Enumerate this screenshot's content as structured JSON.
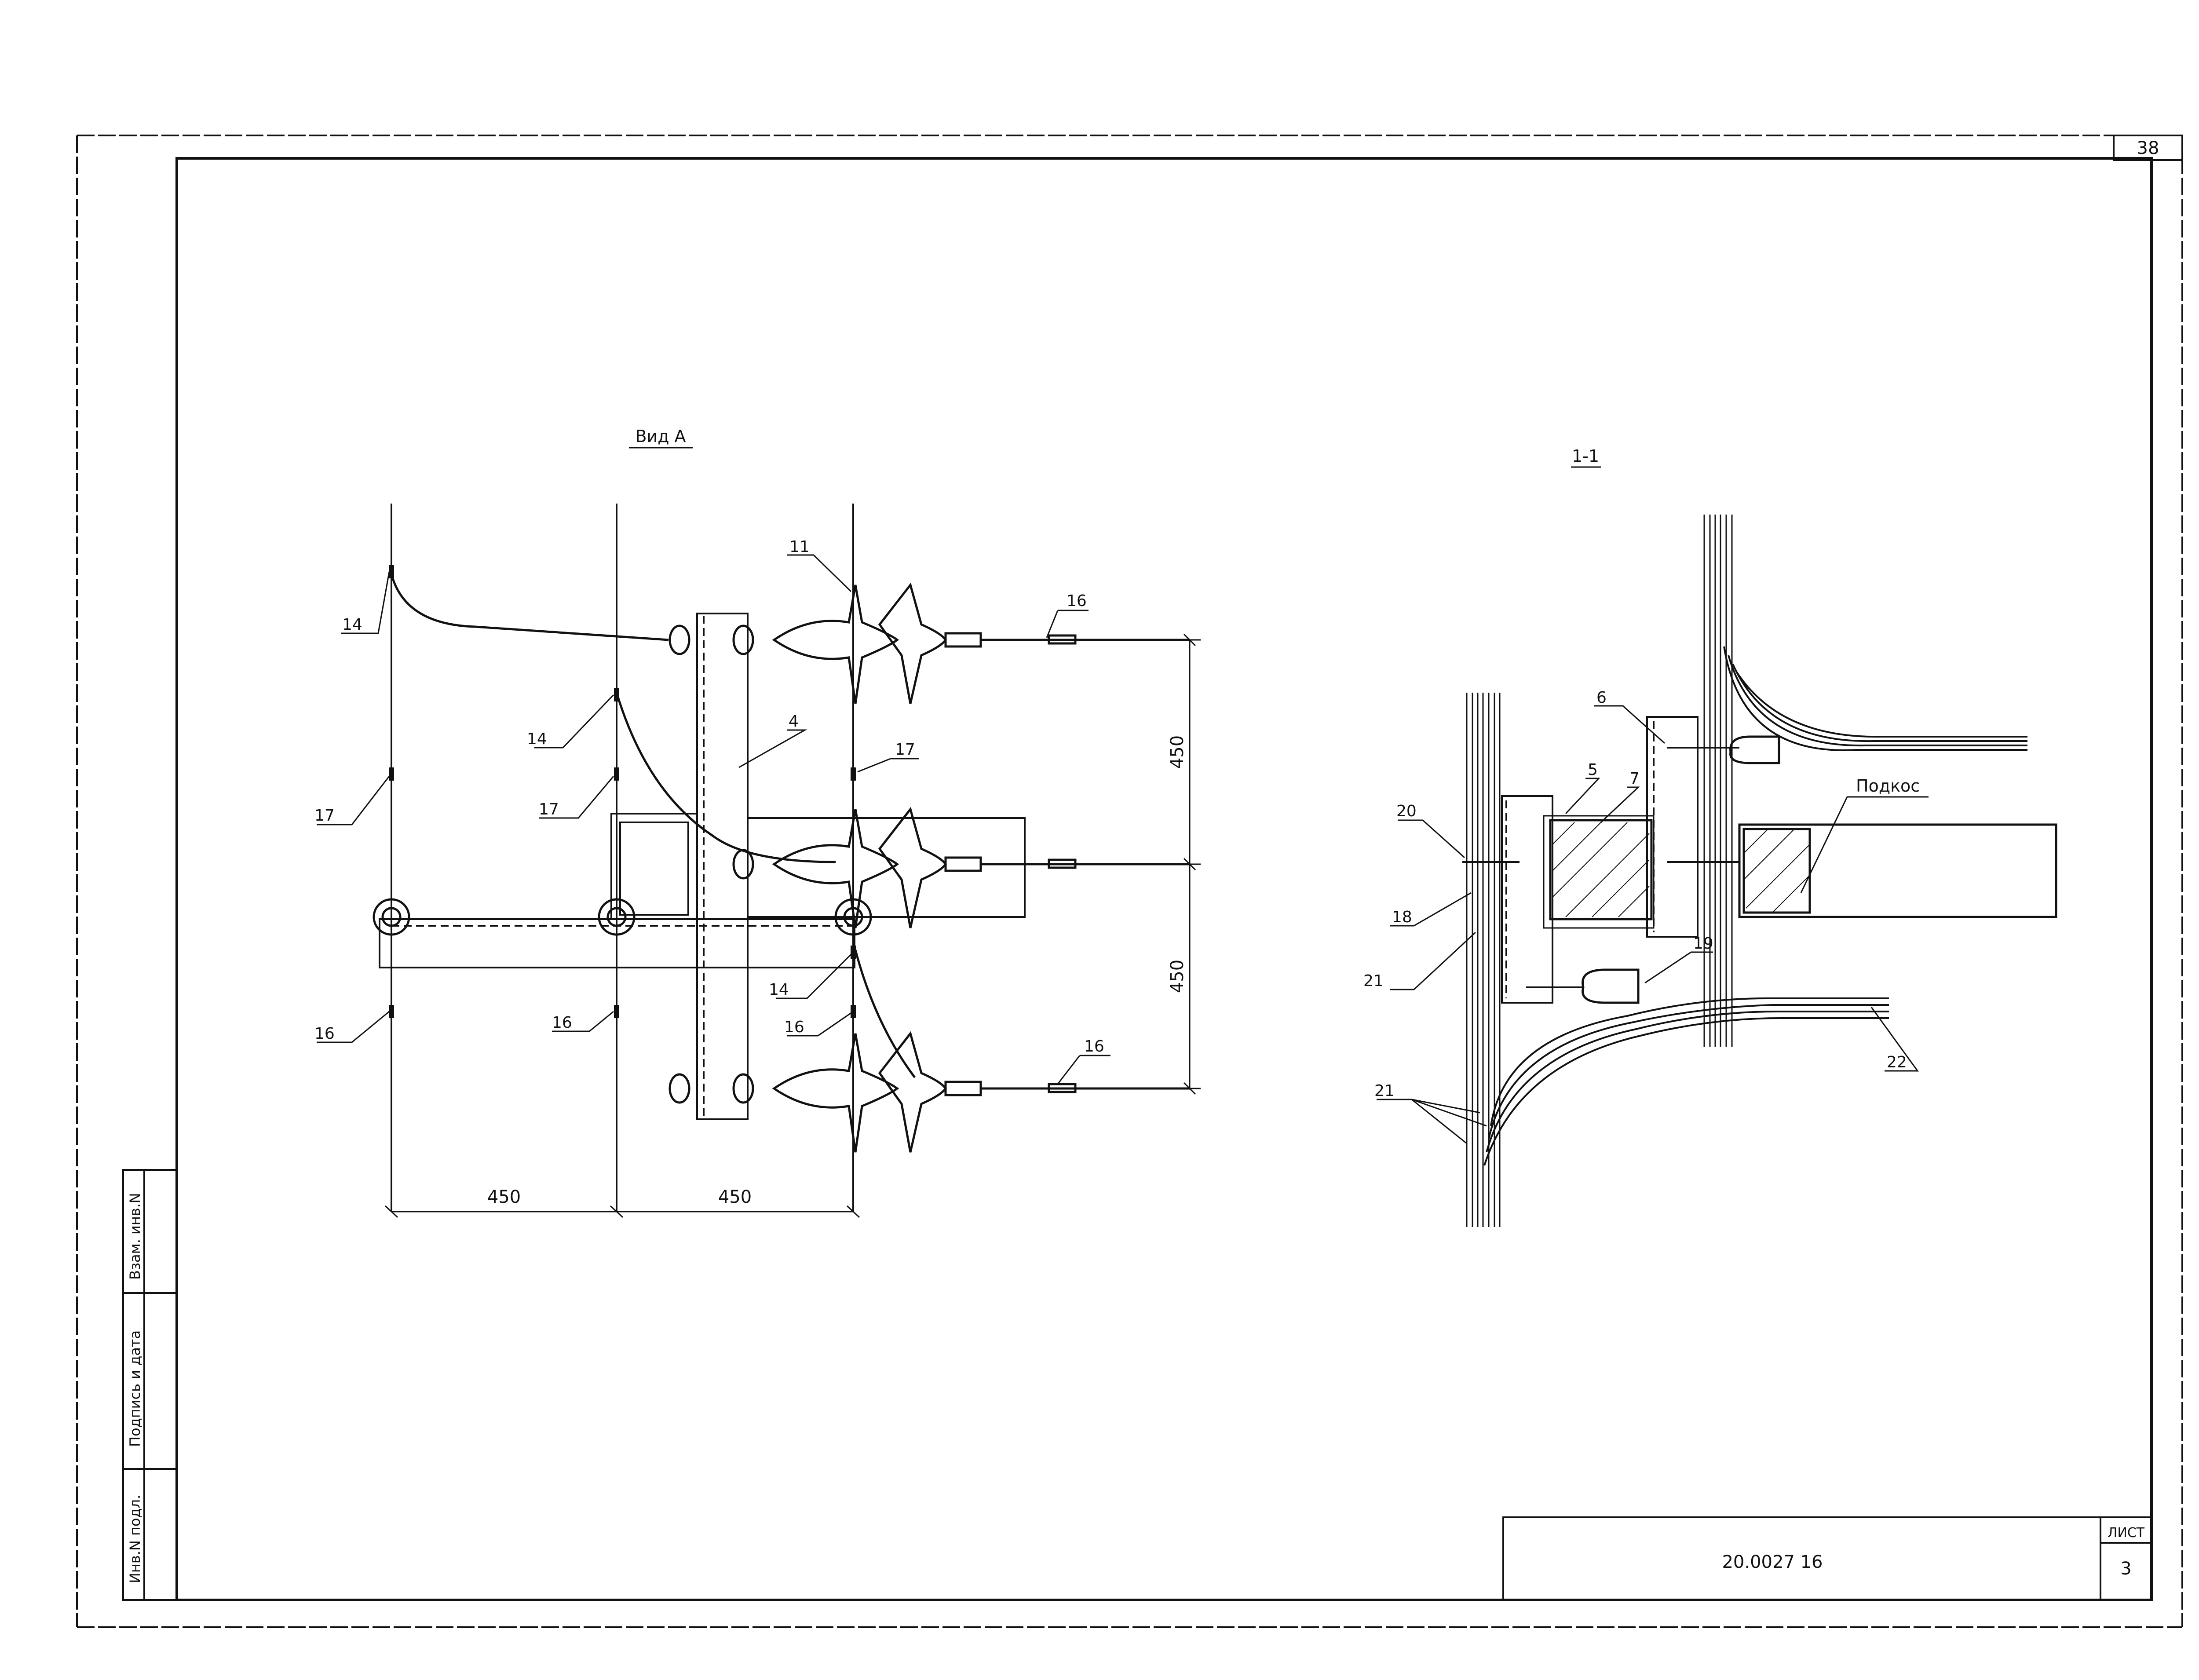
{
  "sheet_number_top": "38",
  "view_a": {
    "title": "Вид А",
    "callouts": {
      "c11": "11",
      "c16_top": "16",
      "c14_top": "14",
      "c14_mid": "14",
      "c4": "4",
      "c17_right": "17",
      "c17_left": "17",
      "c17_mid": "17",
      "c14_low": "14",
      "c16_low": "16",
      "c16_left": "16",
      "c16_mid": "16",
      "c16_bottom": "16"
    },
    "dims": {
      "v_top": "450",
      "v_bottom": "450",
      "h_left": "450",
      "h_right": "450"
    }
  },
  "section_1_1": {
    "title": "1-1",
    "brace_label": "Подкос",
    "callouts": {
      "c6": "6",
      "c5": "5",
      "c7": "7",
      "c20": "20",
      "c18": "18",
      "c21a": "21",
      "c19": "19",
      "c21b": "21",
      "c22": "22"
    }
  },
  "side_stamp": {
    "inv_podl": "Инв.N подл.",
    "sign_date": "Подпись и дата",
    "vzam_inv": "Взам. инв.N"
  },
  "title_block": {
    "doc_code": "20.0027 16",
    "sheet_label": "ЛИСТ",
    "sheet_number": "3"
  }
}
